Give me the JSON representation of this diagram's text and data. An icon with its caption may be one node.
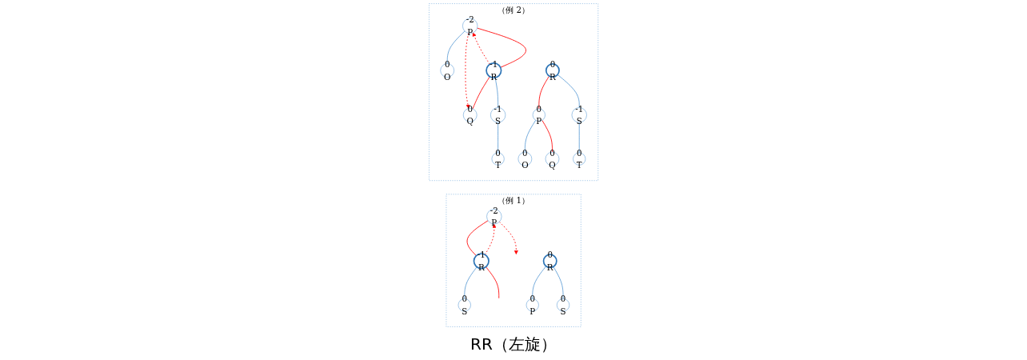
{
  "diagram": {
    "caption": "RR（左旋）",
    "nodes": [
      {
        "text": [
          "（例 1）"
        ]
      },
      {
        "text": [
          "-2",
          "P"
        ],
        "in": 0
      },
      {
        "text": [
          "-1",
          "R"
        ],
        "in": 0
      },
      {
        "text": [
          "0",
          "S"
        ],
        "in": 0
      },
      {
        "text": [
          "0",
          "R"
        ],
        "in": 0
      },
      {
        "text": [
          "0",
          "P"
        ],
        "in": 0
      },
      {
        "text": [
          "0",
          "S"
        ],
        "in": 0
      },
      {
        "text": [
          "（例 2）"
        ]
      },
      {
        "text": [
          "-2",
          "P"
        ],
        "in": 7
      },
      {
        "text": [
          "0",
          "O"
        ],
        "in": 7
      },
      {
        "text": [
          "-1",
          "R"
        ],
        "in": 7
      },
      {
        "text": [
          "0",
          "Q"
        ],
        "in": 7
      },
      {
        "text": [
          "-1",
          "S"
        ],
        "in": 7
      },
      {
        "text": [
          "0",
          "T"
        ],
        "in": 7
      },
      {
        "text": [
          "0",
          "R"
        ],
        "in": 7
      },
      {
        "text": [
          "0",
          "P"
        ],
        "in": 7
      },
      {
        "text": [
          "-1",
          "S"
        ],
        "in": 7
      },
      {
        "text": [
          "0",
          "O"
        ],
        "in": 7
      },
      {
        "text": [
          "0",
          "Q"
        ],
        "in": 7
      },
      {
        "text": [
          "0",
          "T"
        ],
        "in": 7
      }
    ],
    "edges": [
      {
        "from": 1,
        "to": 2,
        "arrow": "none"
      },
      {
        "from": 2,
        "to": 3,
        "arrow": "none",
        "color": "#5b9bd5"
      },
      {
        "from": 2,
        "to": null,
        "arrow": "none"
      },
      {
        "from": 1,
        "to": null,
        "arrow": "to",
        "style": "dashed"
      },
      {
        "from": 2,
        "to": 1,
        "arrow": "to",
        "style": "dashed"
      },
      {
        "from": 4,
        "to": 5,
        "arrow": "none",
        "color": "#5b9bd5"
      },
      {
        "from": 4,
        "to": 6,
        "arrow": "none",
        "color": "#5b9bd5"
      },
      {
        "from": 8,
        "to": 9,
        "arrow": "none",
        "color": "#5b9bd5"
      },
      {
        "from": 8,
        "to": 10,
        "arrow": "none"
      },
      {
        "from": 10,
        "to": 11,
        "arrow": "none"
      },
      {
        "from": 10,
        "to": 12,
        "arrow": "none",
        "color": "#5b9bd5"
      },
      {
        "from": 12,
        "to": 13,
        "arrow": "none",
        "color": "#5b9bd5"
      },
      {
        "from": 8,
        "to": 11,
        "arrow": "to",
        "style": "dashed"
      },
      {
        "from": 10,
        "to": 8,
        "arrow": "to",
        "style": "dashed"
      },
      {
        "from": 14,
        "to": 15,
        "arrow": "none"
      },
      {
        "from": 14,
        "to": 16,
        "arrow": "none",
        "color": "#5b9bd5"
      },
      {
        "from": 15,
        "to": 17,
        "arrow": "none",
        "color": "#5b9bd5"
      },
      {
        "from": 15,
        "to": 18,
        "arrow": "none"
      },
      {
        "from": 16,
        "to": 19,
        "arrow": "none",
        "color": "#5b9bd5"
      }
    ]
  }
}
